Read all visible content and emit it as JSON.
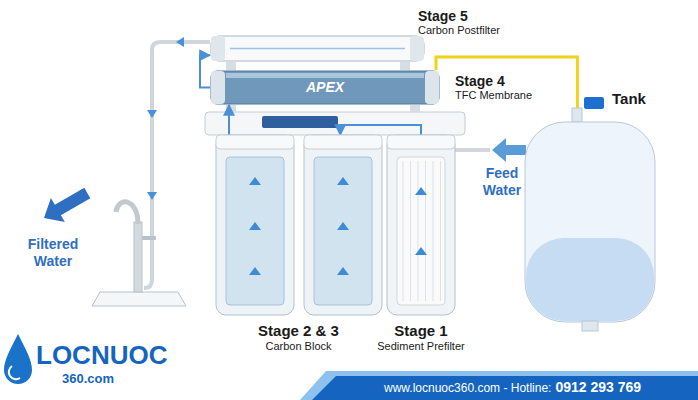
{
  "diagram": {
    "nodes": [
      {
        "text": [
          "Stage 5",
          "Carbon Postfilter"
        ]
      },
      {
        "text": [
          "Stage 4",
          "TFC Membrane",
          "APEX"
        ]
      },
      {
        "text": [
          "Tank"
        ]
      },
      {
        "text": [
          "Stage 2 & 3",
          "Carbon Block"
        ]
      },
      {
        "text": [
          "Stage 1",
          "Sediment Prefilter"
        ]
      }
    ],
    "edges": [
      {
        "from": 4,
        "to": 3,
        "arrow": "to"
      },
      {
        "from": 3,
        "to": 1,
        "arrow": "to"
      },
      {
        "from": 1,
        "to": 0,
        "arrow": "to"
      },
      {
        "from": 1,
        "to": 2,
        "arrow": "none"
      }
    ],
    "labels": [
      "Feed Water",
      "Filtered Water",
      "LOCNUOC",
      "360.com",
      "www.locnuoc360.com - Hotline:",
      "0912 293 769"
    ]
  }
}
